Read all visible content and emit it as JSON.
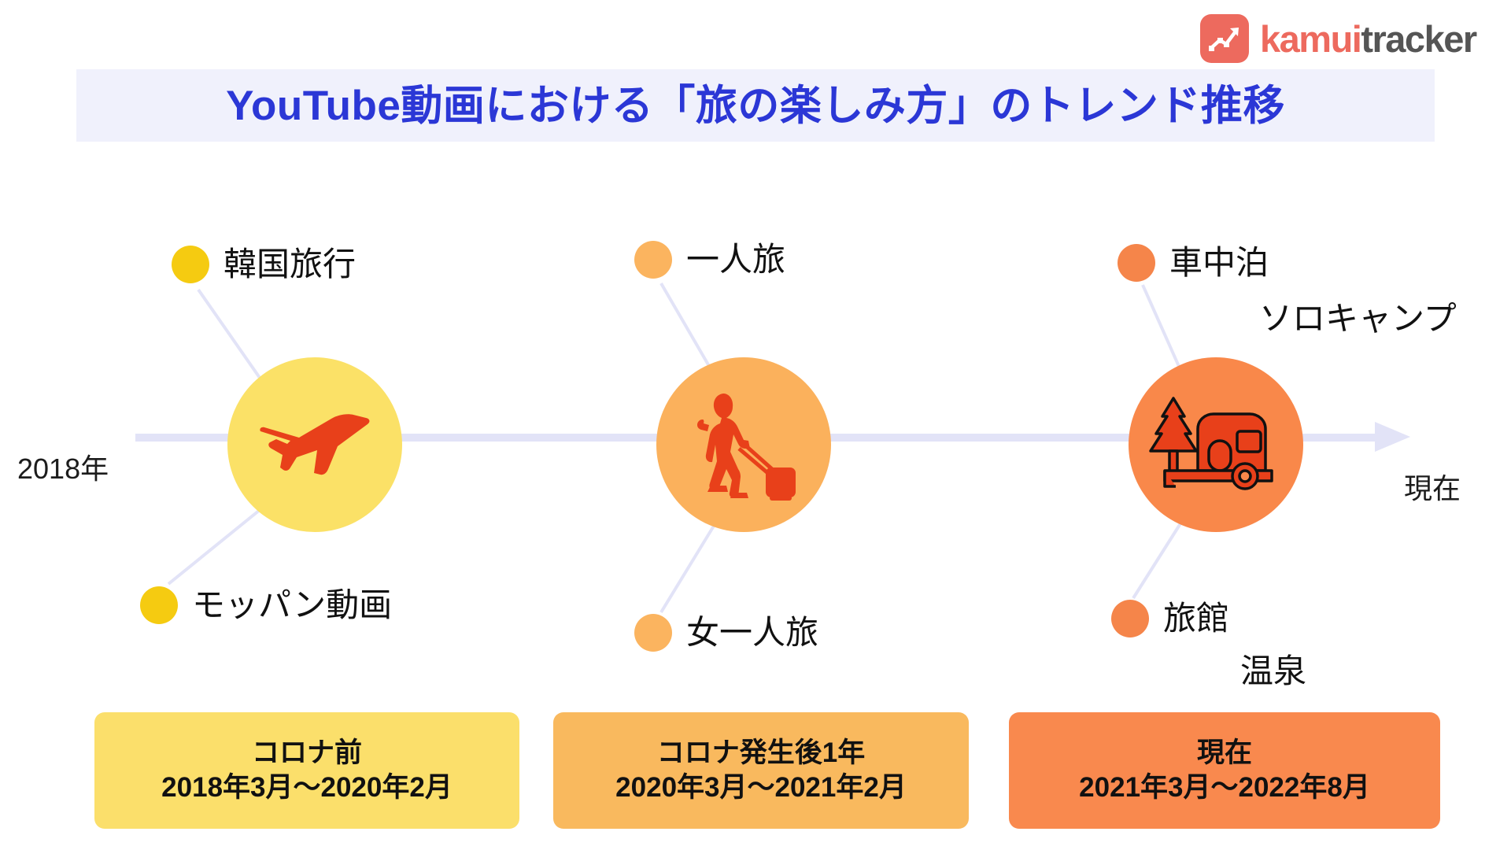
{
  "brand": {
    "name_primary": "kamui",
    "name_secondary": "tracker",
    "icon": "trend-chart-icon",
    "color_primary": "#ED6A5E",
    "color_secondary": "#555555"
  },
  "header": {
    "title": "YouTube動画における「旅の楽しみ方」のトレンド推移",
    "title_color": "#2B37D6",
    "band_color": "#F0F1FC"
  },
  "timeline": {
    "axis_color": "#E2E3F7",
    "start_label": "2018年",
    "end_label": "現在",
    "eras": [
      {
        "id": "pre-corona",
        "icon": "airplane-icon",
        "circle_color": "#FBE167",
        "icon_color": "#E8401A",
        "dot_color": "#F5CB11",
        "keywords_above": [
          "韓国旅行"
        ],
        "keywords_below": [
          "モッパン動画"
        ]
      },
      {
        "id": "one-year-after-corona",
        "icon": "traveler-with-suitcase-icon",
        "circle_color": "#FBB15C",
        "icon_color": "#E8401A",
        "dot_color": "#FBB45F",
        "keywords_above": [
          "一人旅"
        ],
        "keywords_below": [
          "女一人旅"
        ]
      },
      {
        "id": "present",
        "icon": "camper-trailer-tree-icon",
        "circle_color": "#F9884A",
        "icon_color": "#E8401A",
        "dot_color": "#F5854A",
        "keywords_above": [
          "車中泊",
          "ソロキャンプ"
        ],
        "keywords_below": [
          "旅館",
          "温泉"
        ]
      }
    ]
  },
  "periods": [
    {
      "title": "コロナ前",
      "range": "2018年3月〜2020年2月",
      "color": "#FBDF6B"
    },
    {
      "title": "コロナ発生後1年",
      "range": "2020年3月〜2021年2月",
      "color": "#F9B95E"
    },
    {
      "title": "現在",
      "range": "2021年3月〜2022年8月",
      "color": "#F9894E"
    }
  ]
}
